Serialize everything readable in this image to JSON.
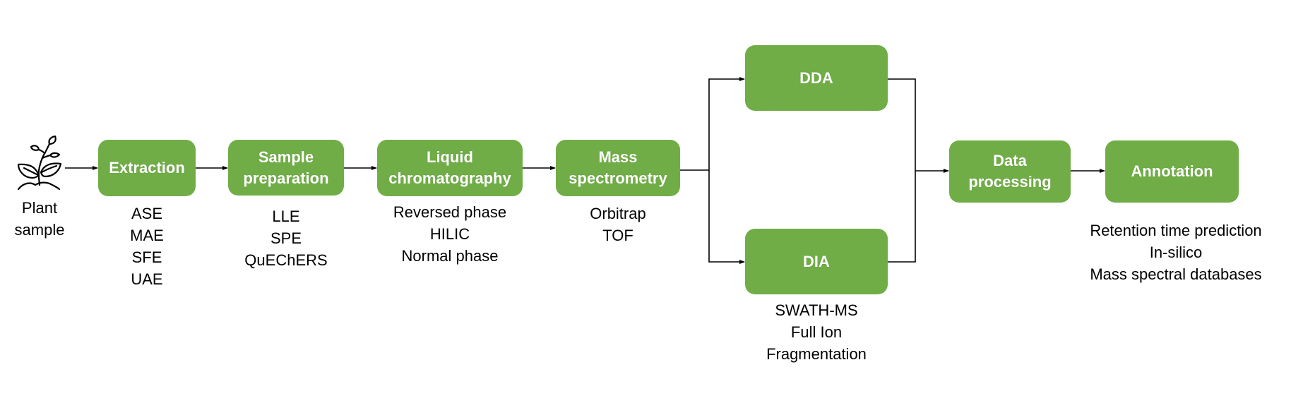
{
  "colors": {
    "box_fill": "#70ad47",
    "box_text": "#ffffff",
    "connector": "#000000",
    "label_text": "#000000"
  },
  "source": {
    "icon": "plant-sprout-icon",
    "label_line1": "Plant",
    "label_line2": "sample"
  },
  "steps": {
    "extraction": {
      "title_line1": "Extraction",
      "methods": [
        "ASE",
        "MAE",
        "SFE",
        "UAE"
      ]
    },
    "sample_preparation": {
      "title_line1": "Sample",
      "title_line2": "preparation",
      "methods": [
        "LLE",
        "SPE",
        "QuEChERS"
      ]
    },
    "liquid_chromatography": {
      "title_line1": "Liquid",
      "title_line2": "chromatography",
      "methods": [
        "Reversed phase",
        "HILIC",
        "Normal phase"
      ]
    },
    "mass_spectrometry": {
      "title_line1": "Mass",
      "title_line2": "spectrometry",
      "methods": [
        "Orbitrap",
        "TOF"
      ]
    },
    "dda": {
      "title_line1": "DDA"
    },
    "dia": {
      "title_line1": "DIA",
      "methods": [
        "SWATH-MS",
        "Full Ion",
        "Fragmentation"
      ]
    },
    "data_processing": {
      "title_line1": "Data",
      "title_line2": "processing"
    },
    "annotation": {
      "title_line1": "Annotation",
      "methods": [
        "Retention time prediction",
        "In-silico",
        "Mass spectral databases"
      ]
    }
  },
  "connections": [
    {
      "from": "plant-sample",
      "to": "extraction"
    },
    {
      "from": "extraction",
      "to": "sample_preparation"
    },
    {
      "from": "sample_preparation",
      "to": "liquid_chromatography"
    },
    {
      "from": "liquid_chromatography",
      "to": "mass_spectrometry"
    },
    {
      "from": "mass_spectrometry",
      "to": "dda"
    },
    {
      "from": "mass_spectrometry",
      "to": "dia"
    },
    {
      "from": "dda",
      "to": "data_processing"
    },
    {
      "from": "dia",
      "to": "data_processing"
    },
    {
      "from": "data_processing",
      "to": "annotation"
    }
  ]
}
